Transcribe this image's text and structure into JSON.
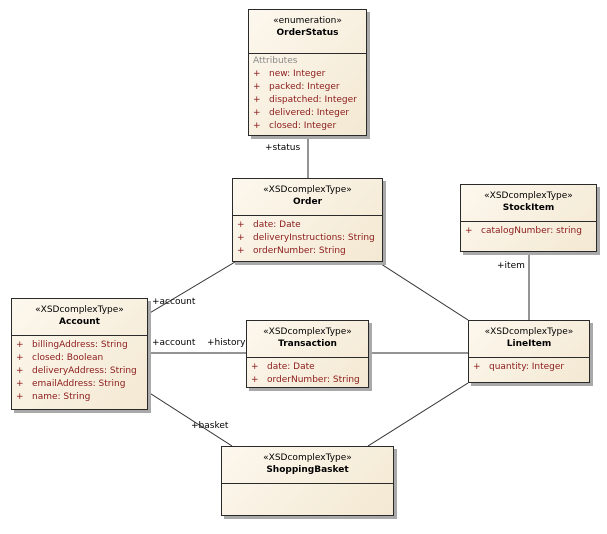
{
  "classes": {
    "orderstatus": {
      "stereotype": "«enumeration»",
      "name": "OrderStatus",
      "section": "Attributes",
      "attributes": [
        {
          "vis": "+",
          "text": "new:  Integer"
        },
        {
          "vis": "+",
          "text": "packed:  Integer"
        },
        {
          "vis": "+",
          "text": "dispatched:  Integer"
        },
        {
          "vis": "+",
          "text": "delivered:  Integer"
        },
        {
          "vis": "+",
          "text": "closed:  Integer"
        }
      ]
    },
    "order": {
      "stereotype": "«XSDcomplexType»",
      "name": "Order",
      "attributes": [
        {
          "vis": "+",
          "text": "date:  Date"
        },
        {
          "vis": "+",
          "text": "deliveryInstructions:  String"
        },
        {
          "vis": "+",
          "text": "orderNumber:  String"
        }
      ]
    },
    "stockitem": {
      "stereotype": "«XSDcomplexType»",
      "name": "StockItem",
      "attributes": [
        {
          "vis": "+",
          "text": "catalogNumber:  string"
        }
      ]
    },
    "account": {
      "stereotype": "«XSDcomplexType»",
      "name": "Account",
      "attributes": [
        {
          "vis": "+",
          "text": "billingAddress:  String"
        },
        {
          "vis": "+",
          "text": "closed:  Boolean"
        },
        {
          "vis": "+",
          "text": "deliveryAddress:  String"
        },
        {
          "vis": "+",
          "text": "emailAddress:  String"
        },
        {
          "vis": "+",
          "text": "name:  String"
        }
      ]
    },
    "transaction": {
      "stereotype": "«XSDcomplexType»",
      "name": "Transaction",
      "attributes": [
        {
          "vis": "+",
          "text": "date:  Date"
        },
        {
          "vis": "+",
          "text": "orderNumber:  String"
        }
      ]
    },
    "lineitem": {
      "stereotype": "«XSDcomplexType»",
      "name": "LineItem",
      "attributes": [
        {
          "vis": "+",
          "text": "quantity:  Integer"
        }
      ]
    },
    "shoppingbasket": {
      "stereotype": "«XSDcomplexType»",
      "name": "ShoppingBasket",
      "attributes": []
    }
  },
  "roles": {
    "status": "+status",
    "item": "+item",
    "account_order": "+account",
    "account_history": "+account",
    "history": "+history",
    "basket": "+basket"
  },
  "colors": {
    "line": "#2a2a2a",
    "attribute_text": "#8b1a1a",
    "fill_light": "#fdf8ee",
    "fill_dark": "#f3e8d2"
  }
}
